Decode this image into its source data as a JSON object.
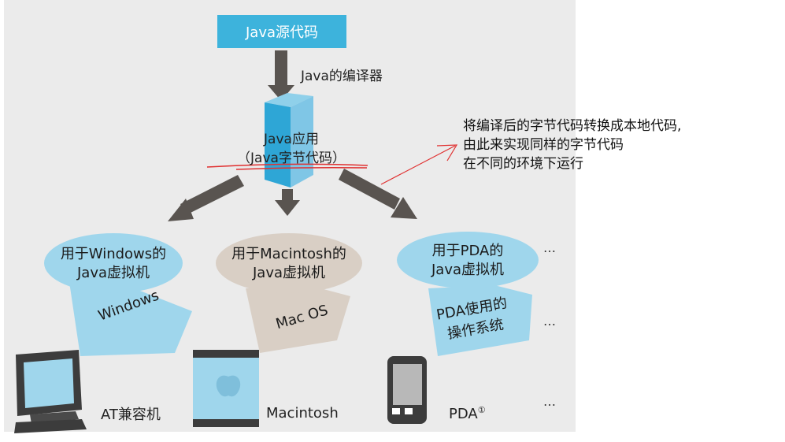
{
  "source": {
    "label": "Java源代码"
  },
  "compiler": {
    "label": "Java的编译器"
  },
  "app": {
    "line1": "Java应用",
    "line2": "（Java字节代码）"
  },
  "vms": [
    {
      "line1": "用于Windows的",
      "line2": "Java虚拟机",
      "os": "Windows",
      "device": "AT兼容机"
    },
    {
      "line1": "用于Macintosh的",
      "line2": "Java虚拟机",
      "os": "Mac OS",
      "device": "Macintosh"
    },
    {
      "line1": "用于PDA的",
      "line2": "Java虚拟机",
      "os_line1": "PDA使用的",
      "os_line2": "操作系统",
      "device": "PDA",
      "footnote": "①"
    }
  ],
  "ellipsis": "…",
  "annotation": {
    "line1": "将编译后的字节代码转换成本地代码,",
    "line2": "由此来实现同样的字节代码",
    "line3": "在不同的环境下运行"
  },
  "colors": {
    "blue": "#9fd6ec",
    "tan": "#d9cfc5",
    "arrow": "#595450",
    "accent": "#3db3dc",
    "annotation_red": "#e03030"
  }
}
